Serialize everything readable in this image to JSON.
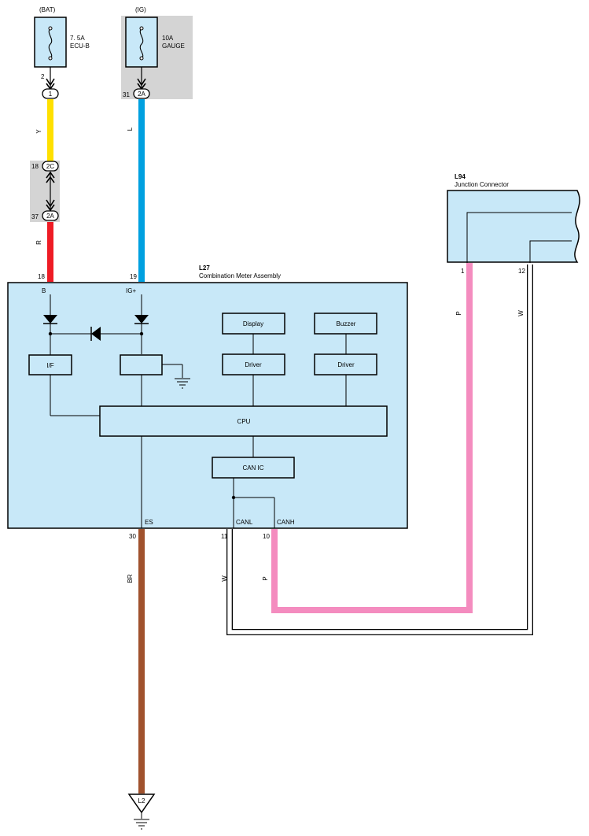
{
  "sources": {
    "bat": {
      "supply": "(BAT)",
      "rating": "7. 5A",
      "name": "ECU-B",
      "pin": "2",
      "conn": "1"
    },
    "ig": {
      "supply": "(IG)",
      "rating": "10A",
      "name": "GAUGE",
      "pin": "31",
      "conn": "2A"
    }
  },
  "junction_2c": {
    "pin": "18",
    "conn": "2C"
  },
  "junction_2a": {
    "pin": "37",
    "conn": "2A"
  },
  "meter": {
    "id": "L27",
    "name": "Combination Meter Assembly",
    "pins": [
      {
        "num": "18",
        "label": "B"
      },
      {
        "num": "19",
        "label": "IG+"
      },
      {
        "num": "30",
        "label": "ES"
      },
      {
        "num": "11",
        "label": "CANL"
      },
      {
        "num": "10",
        "label": "CANH"
      }
    ],
    "blocks": {
      "display": "Display",
      "buzzer": "Buzzer",
      "driver1": "Driver",
      "driver2": "Driver",
      "if": "I/F",
      "cpu": "CPU",
      "can_ic": "CAN IC"
    }
  },
  "connector_l94": {
    "id": "L94",
    "name": "Junction Connector",
    "pins": [
      "1",
      "12"
    ]
  },
  "wires": {
    "y": {
      "code": "Y",
      "color": "#FFE000"
    },
    "r": {
      "code": "R",
      "color": "#EE1C25"
    },
    "l": {
      "code": "L",
      "color": "#00A0E0"
    },
    "br": {
      "code": "BR",
      "color": "#A0522D"
    },
    "p": {
      "code": "P",
      "color": "#F48CBF"
    },
    "w": {
      "code": "W",
      "color": "#FFFFFF"
    }
  },
  "ground": {
    "id": "L2"
  },
  "colors": {
    "component_fill": "#C8E8F8",
    "junction_fill": "#D4D4D4"
  }
}
